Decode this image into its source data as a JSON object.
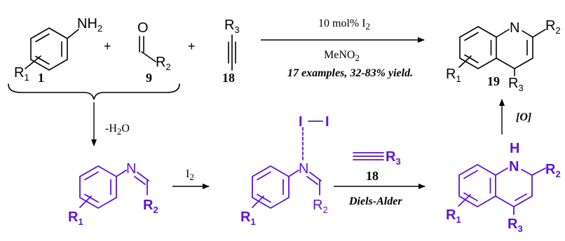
{
  "reaction": {
    "plus": "+",
    "catalyst": "10 mol% I",
    "catalyst_sub": "2",
    "solvent": "MeNO",
    "solvent_sub": "2",
    "summary": "17 examples, 32-83% yield.",
    "water_loss": "-H",
    "water_sub": "2",
    "water_o": "O",
    "iodine": "I",
    "iodine_sub": "2",
    "da_label": "Diels-Alder",
    "oxidation": "[O]"
  },
  "compounds": {
    "aniline": {
      "number": "1",
      "nh2": "NH",
      "nh2_sub": "2",
      "r": "R",
      "r_sub": "1"
    },
    "aldehyde": {
      "number": "9",
      "o": "O",
      "r": "R",
      "r_sub": "2"
    },
    "alkyne": {
      "number": "18",
      "r": "R",
      "r_sub": "3"
    },
    "quinoline": {
      "number": "19",
      "n": "N",
      "r2": "R",
      "r2_sub": "2",
      "r1": "R",
      "r1_sub": "1",
      "r3": "R",
      "r3_sub": "3"
    },
    "imine": {
      "n": "N",
      "r1": "R",
      "r1_sub": "1",
      "r2": "R",
      "r2_sub": "2"
    },
    "complex": {
      "n": "N",
      "i1": "I",
      "i2": "I",
      "r1": "R",
      "r1_sub": "1",
      "r2": "R",
      "r2_sub": "2"
    },
    "alkyne_da": {
      "number": "18",
      "r": "R",
      "r_sub": "3"
    },
    "dihydroquinoline": {
      "h": "H",
      "n": "N",
      "r2": "R",
      "r2_sub": "2",
      "r1": "R",
      "r1_sub": "1",
      "r3": "R",
      "r3_sub": "3"
    }
  },
  "colors": {
    "intermediate": "#5b14d8",
    "reagent": "#000000"
  }
}
